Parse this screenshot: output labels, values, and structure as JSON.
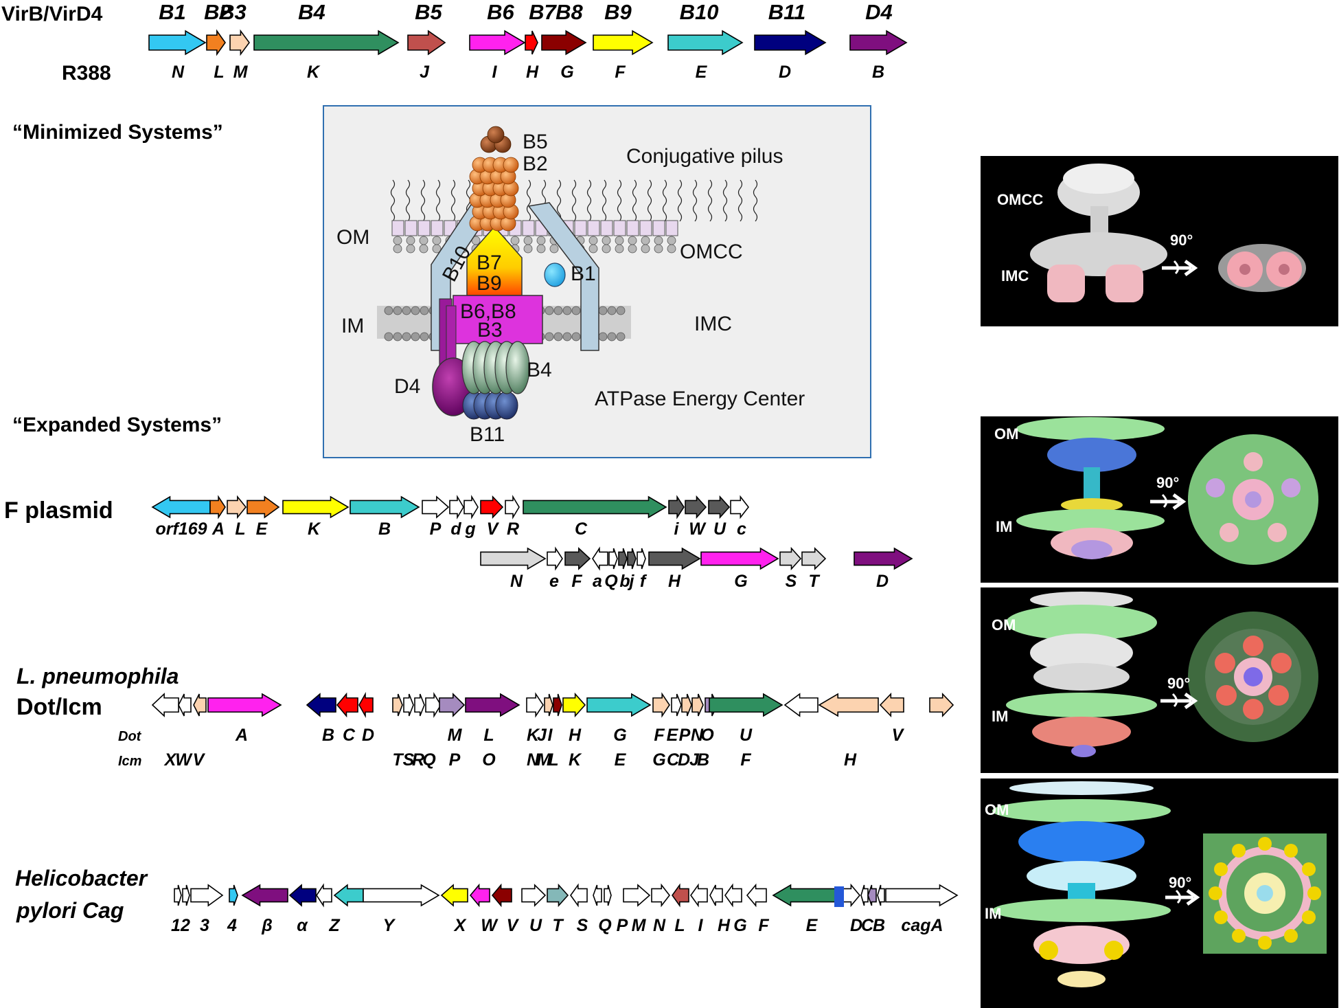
{
  "virb": {
    "system_label": "VirB/VirD4",
    "plasmid_label": "R388",
    "genes_top": [
      "B1",
      "B2",
      "B3",
      "B4",
      "B5",
      "B6",
      "B7",
      "B8",
      "B9",
      "B10",
      "B11",
      "D4"
    ],
    "genes_bottom": [
      "N",
      "L",
      "M",
      "K",
      "J",
      "I",
      "H",
      "G",
      "F",
      "E",
      "D",
      "B"
    ]
  },
  "headings": {
    "minimized": "“Minimized Systems”",
    "expanded": "“Expanded Systems”"
  },
  "cartoon": {
    "labels": {
      "b5": "B5",
      "b2": "B2",
      "pilus": "Conjugative pilus",
      "om": "OM",
      "omcc": "OMCC",
      "b10": "B10",
      "b7": "B7",
      "b9": "B9",
      "b1": "B1",
      "im": "IM",
      "imc": "IMC",
      "b6b8": "B6,B8",
      "b3": "B3",
      "d4": "D4",
      "b4": "B4",
      "atpase": "ATPase Energy Center",
      "b11": "B11"
    }
  },
  "fplasmid": {
    "label": "F plasmid",
    "row1": [
      "orf169",
      "A",
      "L",
      "E",
      "K",
      "B",
      "P",
      "d",
      "g",
      "V",
      "R",
      "C",
      "i",
      "W",
      "U",
      "c"
    ],
    "row2": [
      "N",
      "e",
      "F",
      "a",
      "Q",
      "b",
      "j",
      "f",
      "H",
      "G",
      "S",
      "T",
      "D"
    ]
  },
  "legionella": {
    "label1": "L. pneumophila",
    "label2": "Dot/Icm",
    "dot_prefix": "Dot",
    "icm_prefix": "Icm",
    "dot_labels": [
      "A",
      "B",
      "C",
      "D",
      "M",
      "L",
      "K",
      "J",
      "I",
      "H",
      "G",
      "F",
      "E",
      "P",
      "N",
      "O",
      "U",
      "V"
    ],
    "icm_labels": [
      "X",
      "W",
      "V",
      "T",
      "S",
      "R",
      "Q",
      "P",
      "O",
      "N",
      "M",
      "L",
      "K",
      "E",
      "G",
      "C",
      "D",
      "J",
      "B",
      "F",
      "H"
    ]
  },
  "helicobacter": {
    "label1": "Helicobacter",
    "label2": "pylori  Cag",
    "labels": [
      "1",
      "2",
      "3",
      "4",
      "β",
      "α",
      "Z",
      "Y",
      "X",
      "W",
      "V",
      "U",
      "T",
      "S",
      "Q",
      "P",
      "M",
      "N",
      "L",
      "I",
      "H",
      "G",
      "F",
      "E",
      "D",
      "C",
      "B",
      "cagA"
    ]
  },
  "em_panels": {
    "p1": {
      "top": "OMCC",
      "bottom": "IMC",
      "rotation": "90°"
    },
    "p2": {
      "top": "OM",
      "bottom": "IM",
      "rotation": "90°"
    },
    "p3": {
      "top": "OM",
      "bottom": "IM",
      "rotation": "90°"
    },
    "p4": {
      "top": "OM",
      "bottom": "IM",
      "rotation": "90°"
    }
  },
  "colors": {
    "B1": "#33c8f2",
    "B2": "#f28020",
    "B3": "#fcd3b0",
    "B4": "#2f8f5f",
    "B5": "#c0504d",
    "B6": "#ff22ee",
    "B7": "#ff0000",
    "B8": "#8b0000",
    "B9": "#ffff00",
    "B10": "#3ccccc",
    "B11": "#00007f",
    "D4": "#7f0f7f",
    "grey": "#595959",
    "lightgrey": "#d9d9d9",
    "lilac": "#a58bbf"
  }
}
